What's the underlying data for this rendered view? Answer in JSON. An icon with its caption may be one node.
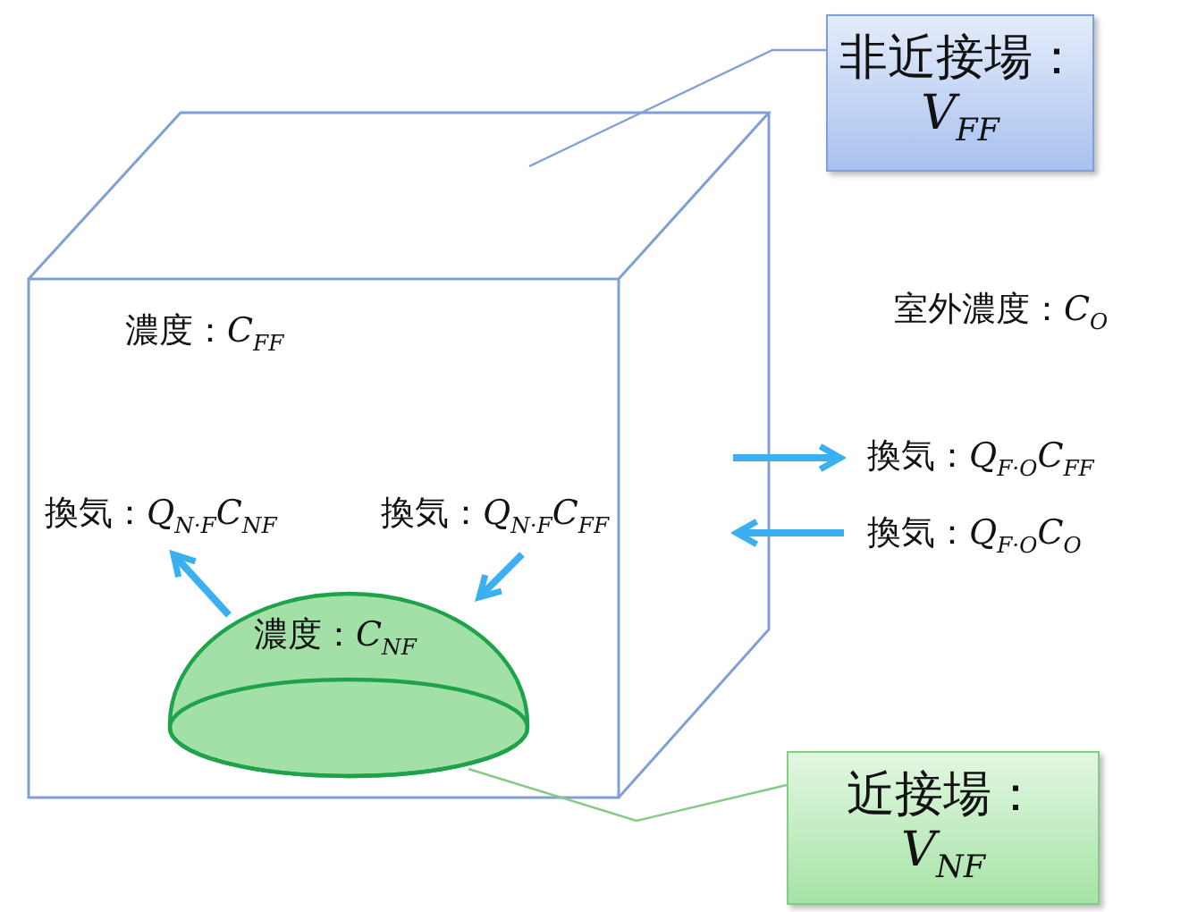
{
  "diagram": {
    "nodes": [
      {
        "text": [
          "濃度：*C*$_{FF}$"
        ]
      },
      {
        "text": [
          "濃度：*C*$_{NF}$"
        ],
        "in": 0
      },
      {
        "text": [
          "非近接場：*V*$_{FF}$"
        ]
      },
      {
        "text": [
          "近接場：*V*$_{NF}$"
        ]
      }
    ],
    "edges": [
      {
        "from": 1,
        "to": null,
        "arrow": "to",
        "label": "換気：*Q*$_{N·F}$*C*$_{NF}$"
      },
      {
        "from": null,
        "to": 1,
        "arrow": "to",
        "label": "換気：*Q*$_{N·F}$*C*$_{FF}$"
      },
      {
        "from": 0,
        "to": null,
        "arrow": "to",
        "label": "換気：*Q*$_{F·O}$*C*$_{FF}$"
      },
      {
        "from": null,
        "to": 0,
        "arrow": "to",
        "label": "換気：*Q*$_{F·O}$*C*$_{O}$"
      },
      {
        "from": 2,
        "to": 0,
        "arrow": "none",
        "color": "#7f9fd6"
      },
      {
        "from": 3,
        "to": 1,
        "arrow": "none",
        "color": "#87c987"
      }
    ],
    "labels": [
      "室外濃度：*C*$_{O}$"
    ]
  }
}
